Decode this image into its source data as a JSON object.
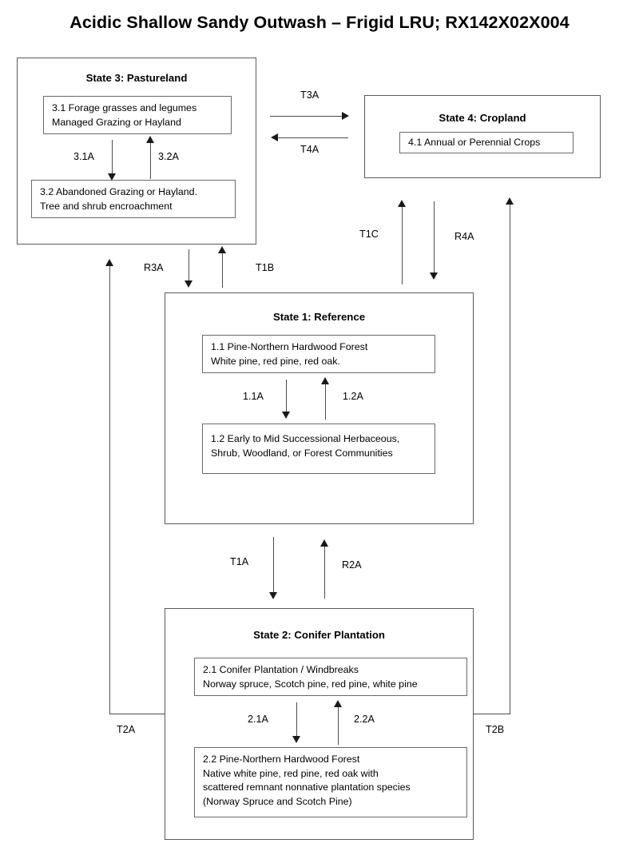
{
  "title": "Acidic Shallow Sandy Outwash – Frigid LRU; RX142X02X004",
  "states": {
    "state1": {
      "title": "State 1: Reference",
      "phases": [
        {
          "id": "1.1",
          "lines": [
            "1.1 Pine-Northern Hardwood Forest",
            "White pine, red pine, red oak."
          ]
        },
        {
          "id": "1.2",
          "lines": [
            "1.2 Early to Mid Successional Herbaceous,",
            "Shrub, Woodland, or Forest Communities"
          ]
        }
      ],
      "internal_transitions": [
        {
          "label": "1.1A",
          "direction": "down"
        },
        {
          "label": "1.2A",
          "direction": "up"
        }
      ]
    },
    "state2": {
      "title": "State 2:  Conifer Plantation",
      "phases": [
        {
          "id": "2.1",
          "lines": [
            "2.1  Conifer Plantation / Windbreaks",
            "Norway spruce, Scotch pine, red pine, white pine"
          ]
        },
        {
          "id": "2.2",
          "lines": [
            "2.2  Pine-Northern Hardwood Forest",
            "Native white pine, red pine, red oak with",
            "scattered remnant nonnative plantation species",
            "(Norway Spruce and Scotch Pine)"
          ]
        }
      ],
      "internal_transitions": [
        {
          "label": "2.1A",
          "direction": "down"
        },
        {
          "label": "2.2A",
          "direction": "up"
        }
      ]
    },
    "state3": {
      "title": "State 3:  Pastureland",
      "phases": [
        {
          "id": "3.1",
          "lines": [
            "3.1 Forage grasses and legumes",
            "Managed Grazing or Hayland"
          ]
        },
        {
          "id": "3.2",
          "lines": [
            "3.2  Abandoned Grazing or Hayland.",
            "Tree and shrub encroachment"
          ]
        }
      ],
      "internal_transitions": [
        {
          "label": "3.1A",
          "direction": "down"
        },
        {
          "label": "3.2A",
          "direction": "up"
        }
      ]
    },
    "state4": {
      "title": "State 4:  Cropland",
      "phases": [
        {
          "id": "4.1",
          "lines": [
            "4.1  Annual or Perennial Crops"
          ]
        }
      ],
      "internal_transitions": []
    }
  },
  "transitions": [
    {
      "label": "T3A",
      "from": "state3",
      "to": "state4",
      "direction": "right"
    },
    {
      "label": "T4A",
      "from": "state4",
      "to": "state3",
      "direction": "left"
    },
    {
      "label": "R3A",
      "from": "state3",
      "to": "state1",
      "direction": "down"
    },
    {
      "label": "T1B",
      "from": "state1",
      "to": "state3",
      "direction": "up"
    },
    {
      "label": "T1C",
      "from": "state1",
      "to": "state4",
      "direction": "up"
    },
    {
      "label": "R4A",
      "from": "state4",
      "to": "state1",
      "direction": "down"
    },
    {
      "label": "T1A",
      "from": "state1",
      "to": "state2",
      "direction": "down"
    },
    {
      "label": "R2A",
      "from": "state2",
      "to": "state1",
      "direction": "up"
    },
    {
      "label": "T2A",
      "from": "state2",
      "to": "state3",
      "direction": "up"
    },
    {
      "label": "T2B",
      "from": "state2",
      "to": "state4",
      "direction": "up"
    }
  ],
  "colors": {
    "background": "#ffffff",
    "state_border": "#5b5b5b",
    "phase_border": "#6a6a6a",
    "connector": "#4d4d4d",
    "text": "#000000"
  }
}
